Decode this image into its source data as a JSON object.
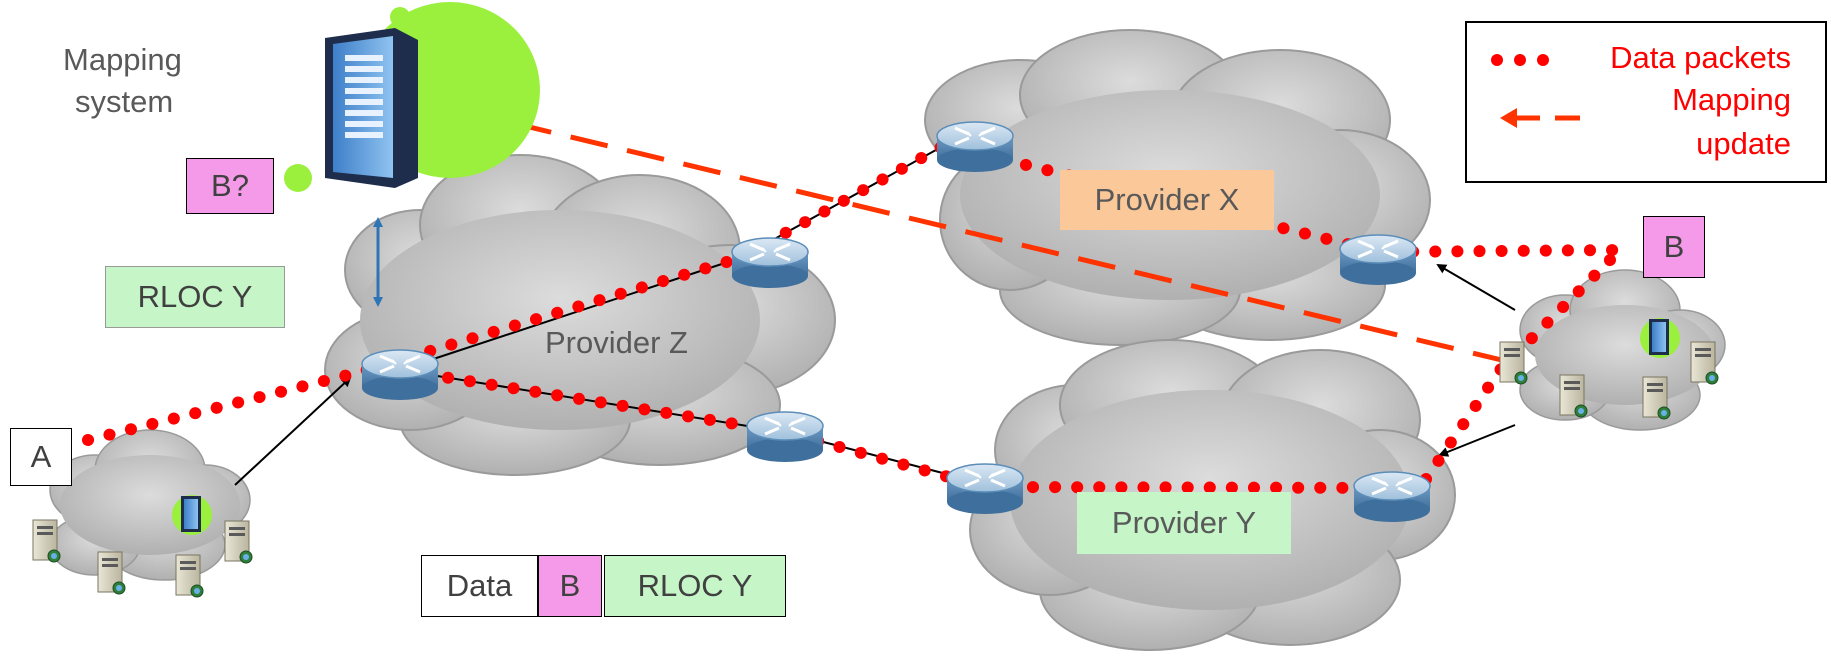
{
  "mapping_system": {
    "label_line1": "Mapping",
    "label_line2": "system"
  },
  "query_box": {
    "label": "B?",
    "color": "#f59ae8"
  },
  "reply_box": {
    "label": "RLOC Y",
    "color": "#c6f5c8"
  },
  "host_a": {
    "label": "A"
  },
  "host_b": {
    "label": "B",
    "color": "#f59ae8"
  },
  "providers": {
    "x": {
      "label": "Provider X",
      "label_bg": "#fbc89a"
    },
    "y": {
      "label": "Provider Y",
      "label_bg": "#c6f5c8"
    },
    "z": {
      "label": "Provider Z"
    }
  },
  "packet": {
    "data": "Data",
    "dest": "B",
    "rloc": "RLOC Y"
  },
  "legend": {
    "data_packets": "Data packets",
    "mapping_line1": "Mapping",
    "mapping_line2": "update"
  },
  "colors": {
    "packet_dots": "#ff0000",
    "mapping_update": "#ff3300",
    "cloud": "#bfbfbf",
    "query_arrow": "#2e75b6",
    "server_accent": "#9af03c",
    "router": "#5b8db8"
  }
}
